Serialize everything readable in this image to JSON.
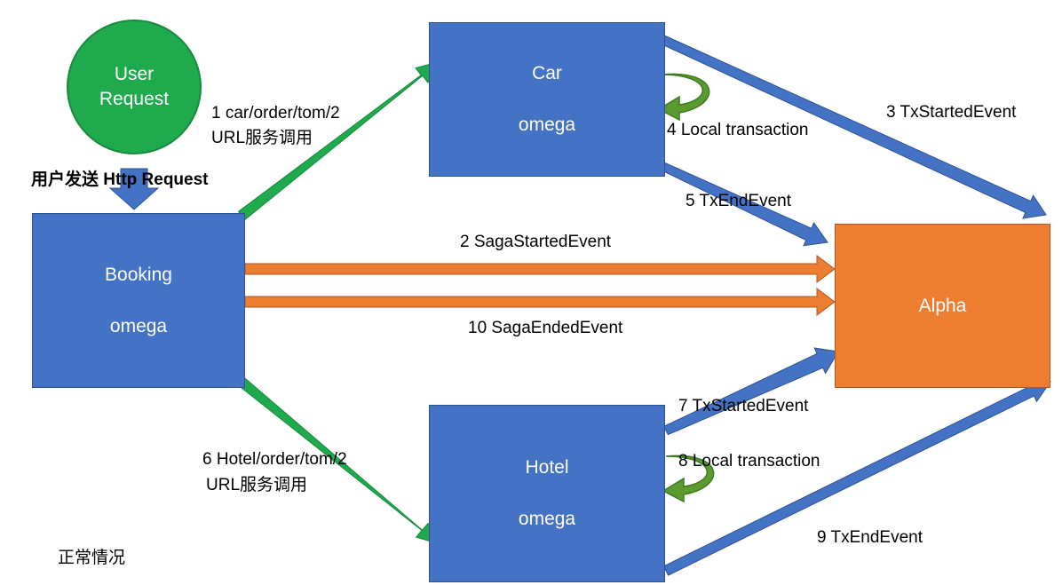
{
  "nodes": {
    "user": {
      "line1": "User",
      "line2": "Request"
    },
    "booking": {
      "line1": "Booking",
      "line2": "omega"
    },
    "car": {
      "line1": "Car",
      "line2": "omega"
    },
    "hotel": {
      "line1": "Hotel",
      "line2": "omega"
    },
    "alpha": {
      "line1": "Alpha"
    }
  },
  "labels": {
    "user_send": "用户发送 Http Request",
    "step1_line1": "1 car/order/tom/2",
    "step1_line2": "URL服务调用",
    "step2": "2 SagaStartedEvent",
    "step3": "3 TxStartedEvent",
    "step4": "4 Local transaction",
    "step5": "5 TxEndEvent",
    "step6_line1": "6 Hotel/order/tom/2",
    "step6_line2": "URL服务调用",
    "step7": "7 TxStartedEvent",
    "step8": "8 Local transaction",
    "step9": "9 TxEndEvent",
    "step10": "10 SagaEndedEvent",
    "caption": "正常情况"
  },
  "colors": {
    "service_box": "#4472c4",
    "alpha_box": "#ed7d31",
    "user_circle": "#1faa4d",
    "call_arrow": "#1faa4d",
    "saga_arrow": "#ed7d31",
    "event_arrow": "#4472c4"
  }
}
